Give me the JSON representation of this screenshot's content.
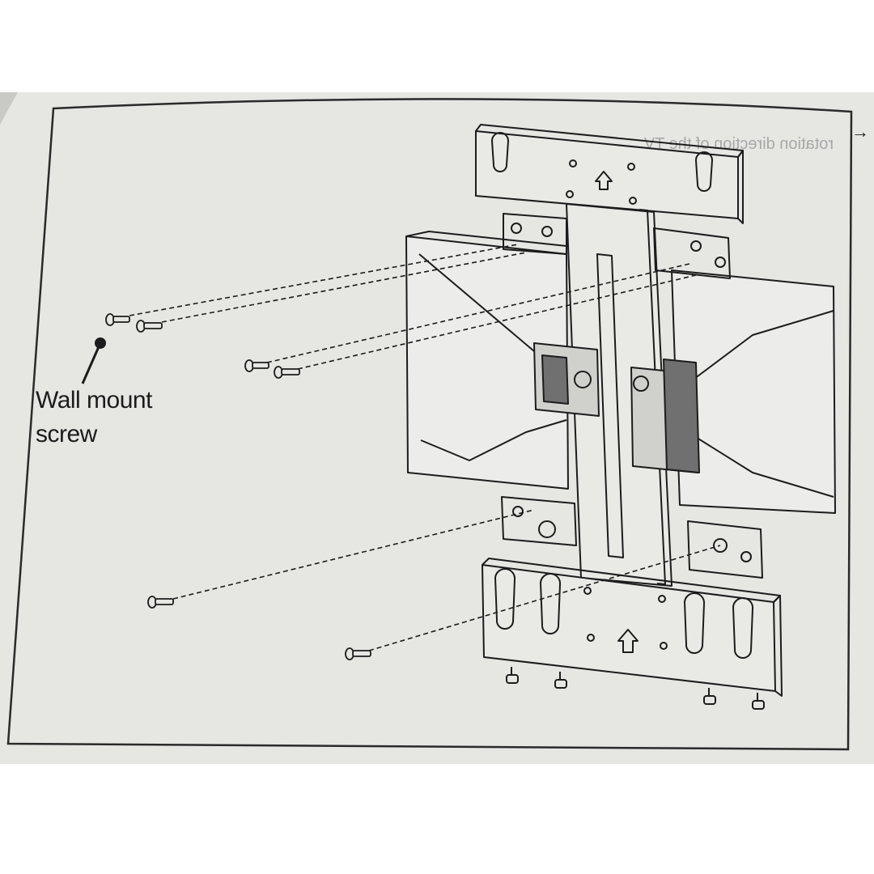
{
  "figure": {
    "callout_label_line1": "Wall mount",
    "callout_label_line2": "screw",
    "bleed_through_text": "rotation direction of the TV",
    "arrow_glyph": "→",
    "direction_arrow_icon": "up-arrow-icon",
    "colors": {
      "photo_background": "#dcdcd8",
      "paper": "#e6e6e3",
      "ink": "#1c1c1c",
      "bleed_through": "#a8a8a8"
    }
  }
}
